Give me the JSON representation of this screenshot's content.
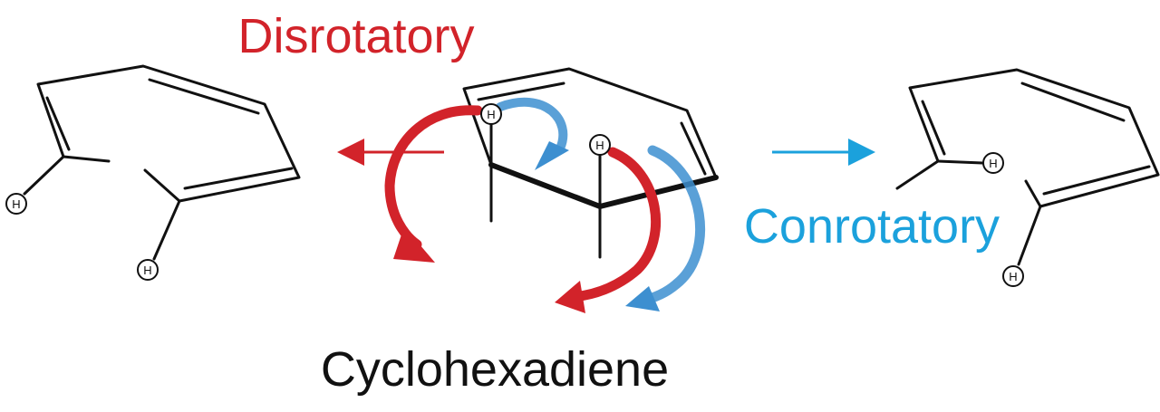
{
  "labels": {
    "disrotatory": "Disrotatory",
    "conrotatory": "Conrotatory",
    "center_molecule": "Cyclohexadiene"
  },
  "atom_label": "H",
  "colors": {
    "disrotatory": "#d2232a",
    "conrotatory": "#1ba1dc",
    "bond": "#111111",
    "text": "#111111"
  },
  "arrows": [
    {
      "direction": "left",
      "meaning": "disrotatory ring opening"
    },
    {
      "direction": "right",
      "meaning": "conrotatory ring opening"
    }
  ]
}
